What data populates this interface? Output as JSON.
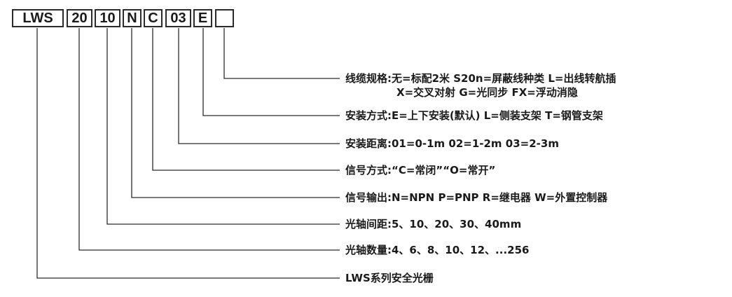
{
  "code_segments": [
    "LWS",
    "20",
    "10",
    "N",
    "C",
    "03",
    "E",
    ""
  ],
  "descriptions": {
    "cable": {
      "label": "线缆规格:",
      "line1": "无=标配2米 S20n=屏蔽线种类 L=出线转航插",
      "line2": "X=交叉对射 G=光同步 FX=浮动消隐"
    },
    "mounting_method": {
      "label": "安装方式:",
      "value": "E=上下安装(默认) L=侧装支架 T=钢管支架"
    },
    "mounting_distance": {
      "label": "安装距离:",
      "value": "01=0-1m 02=1-2m 03=2-3m"
    },
    "signal_mode": {
      "label": "信号方式:",
      "value": "“C=常闭”“O=常开”"
    },
    "signal_output": {
      "label": "信号输出:",
      "value": "N=NPN P=PNP R=继电器 W=外置控制器"
    },
    "axis_spacing": {
      "label": "光轴间距:",
      "value": "5、10、20、30、40mm"
    },
    "axis_count": {
      "label": "光轴数量:",
      "value": "4、6、8、10、12、...256"
    },
    "series": {
      "label": "",
      "value": "LWS系列安全光栅"
    }
  },
  "colors": {
    "line": "#2b2b2b",
    "text": "#1a1a1a",
    "box_border": "#2b2b2b"
  }
}
